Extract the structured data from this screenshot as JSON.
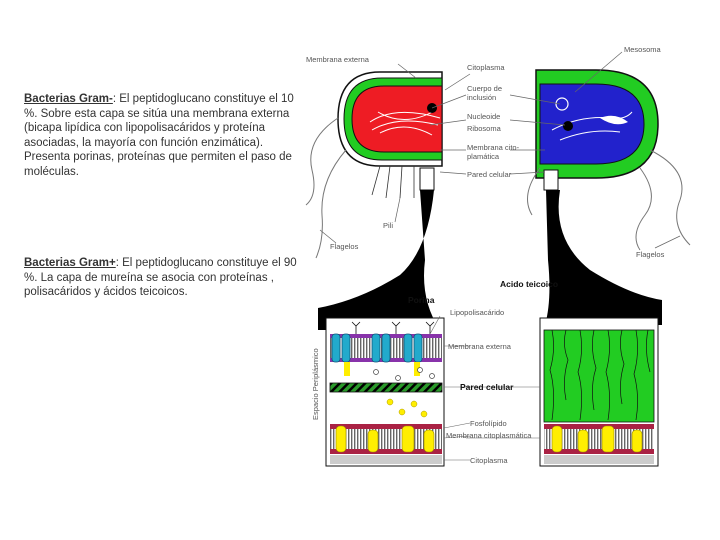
{
  "text": {
    "gram_neg_title": "Bacterias Gram-",
    "gram_neg_body": ": El peptidoglucano constituye el 10 %. Sobre esta capa se sitúa una membrana externa (bicapa lipídica con lipopolisacáridos y proteína asociadas, la mayoría con función enzimática). Presenta porinas, proteínas que permiten el paso de moléculas.",
    "gram_pos_title": "Bacterias Gram+",
    "gram_pos_body": ": El peptidoglucano constituye el 90 %. La capa de mureína se asocia con proteínas , polisacáridos y ácidos teicoicos."
  },
  "labels": {
    "membrana_externa": "Membrana externa",
    "citoplasma": "Citoplasma",
    "mesosoma": "Mesosoma",
    "cuerpo_inclusion_1": "Cuerpo de",
    "cuerpo_inclusion_2": "inclusión",
    "nucleoide": "Nucleoide",
    "ribosoma": "Ribosoma",
    "membrana_cito_1": "Membrana cito-",
    "membrana_cito_2": "plamática",
    "pared_celular": "Pared celular",
    "pili": "Pili",
    "flagelos_left": "Flagelos",
    "flagelos_right": "Flagelos",
    "acido_teicoico": "Acido teicoico",
    "porina": "Porina",
    "lipopolisacarido": "Lipopolisacárido",
    "membrana_externa_2": "Membrana externa",
    "pared_celular_2": "Pared celular",
    "espacio_periplasmico": "Espacio Periplásmico",
    "fosfolipido": "Fosfolípido",
    "membrana_citoplasmatica": "Membrana citoplasmática",
    "citoplasma_2": "Citoplasma"
  },
  "colors": {
    "gram_neg_fill": "#ee1c24",
    "gram_pos_fill": "#2222cc",
    "wall_green": "#22cc22",
    "porin_cyan": "#22aacc",
    "protein_yellow": "#ffee00"
  }
}
